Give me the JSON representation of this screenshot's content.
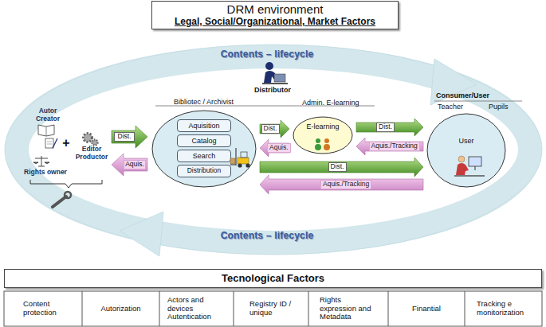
{
  "diagram": {
    "nodes": [
      {
        "text": [
          "DRM environment",
          "Legal, Social/Organizational, Market Factors"
        ]
      },
      {
        "text": [
          "Bibliotec / Archivist"
        ]
      },
      {
        "text": [
          "Aquisition"
        ],
        "in": 1
      },
      {
        "text": [
          "Catalog"
        ],
        "in": 1
      },
      {
        "text": [
          "Search"
        ],
        "in": 1
      },
      {
        "text": [
          "Distribution"
        ],
        "in": 1
      },
      {
        "text": [
          "Admin. E-learning",
          "E-learning"
        ]
      },
      {
        "text": [
          "Consumer/User",
          "Teacher",
          "Pupils",
          "User"
        ]
      },
      {
        "text": [
          "Tecnological Factors"
        ]
      }
    ],
    "edges": [
      {
        "from": 1,
        "to": 6,
        "label": "Dist.",
        "arrow": "to"
      },
      {
        "from": 6,
        "to": 1,
        "label": "Aquis.",
        "arrow": "to"
      },
      {
        "from": 6,
        "to": 7,
        "label": "Dist.",
        "arrow": "to"
      },
      {
        "from": 7,
        "to": 6,
        "label": "Aquis./Tracking",
        "arrow": "to"
      },
      {
        "from": 1,
        "to": 7,
        "label": "Dist.",
        "arrow": "to"
      },
      {
        "from": 7,
        "to": 1,
        "label": "Aquis./Tracking",
        "arrow": "to"
      }
    ],
    "labels": [
      "Contents – lifecycle",
      "Distributor",
      "Autor Creator",
      "+",
      "Editor Productor",
      "Rights owner",
      "Dist.",
      "Aquis.",
      "Contents – lifecycle",
      "Content protection",
      "Autorization",
      "Actors and devices Autentication",
      "Registry ID / unique",
      "Rights expression and Metadata",
      "Finantial",
      "Tracking e monitorization"
    ]
  }
}
